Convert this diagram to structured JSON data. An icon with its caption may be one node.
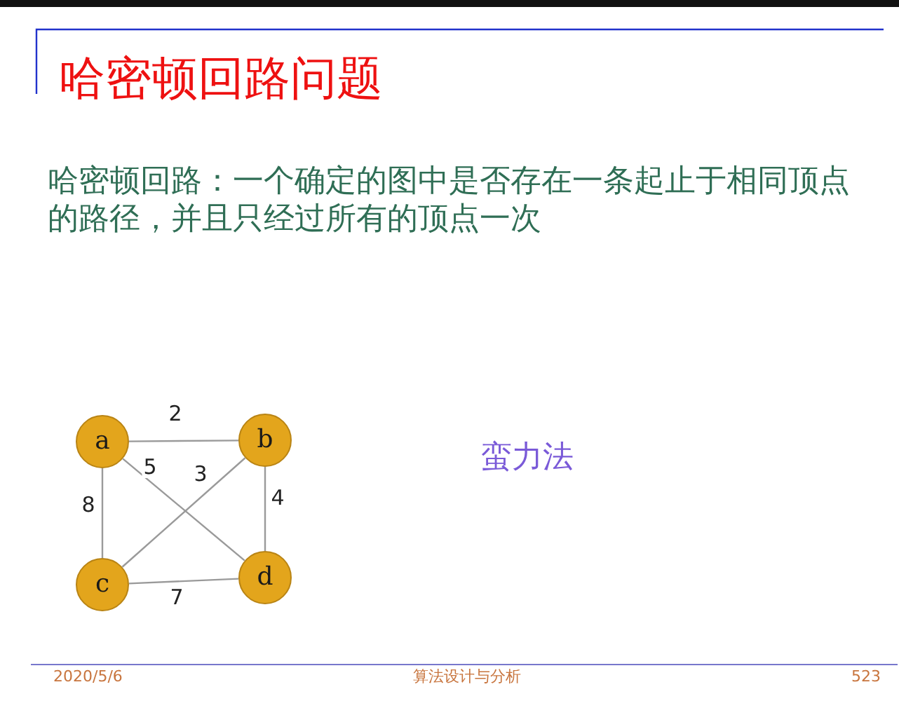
{
  "diagram": {
    "title": "哈密顿回路问题",
    "nodes": [
      {
        "text": [
          "a"
        ]
      },
      {
        "text": [
          "b"
        ]
      },
      {
        "text": [
          "c"
        ]
      },
      {
        "text": [
          "d"
        ]
      }
    ],
    "edges": [
      {
        "from": 0,
        "to": 1,
        "arrow": "none",
        "label": "2"
      },
      {
        "from": 0,
        "to": 3,
        "arrow": "none",
        "label": "5"
      },
      {
        "from": 1,
        "to": 2,
        "arrow": "none",
        "label": "3"
      },
      {
        "from": 0,
        "to": 2,
        "arrow": "none",
        "label": "8"
      },
      {
        "from": 1,
        "to": 3,
        "arrow": "none",
        "label": "4"
      },
      {
        "from": 2,
        "to": 3,
        "arrow": "none",
        "label": "7"
      }
    ],
    "labels": [
      "哈密顿回路：一个确定的图中是否存在一条起止于相同顶点的路径，并且只经过所有的顶点一次",
      "蛮力法",
      "2020/5/6",
      "算法设计与分析",
      "523"
    ]
  }
}
